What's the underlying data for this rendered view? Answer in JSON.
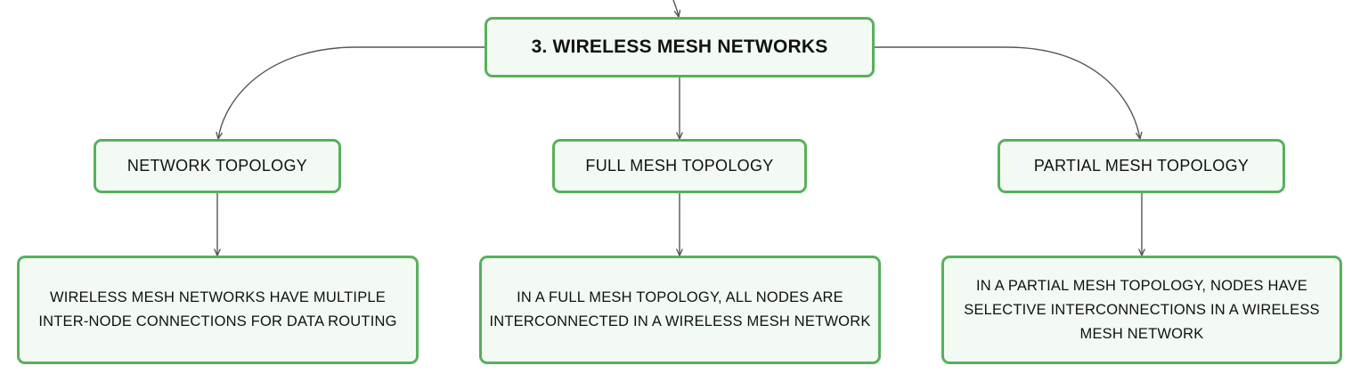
{
  "diagram": {
    "root": {
      "label": "3. WIRELESS MESH NETWORKS"
    },
    "topics": [
      {
        "label": "NETWORK TOPOLOGY",
        "detail": "WIRELESS MESH NETWORKS HAVE MULTIPLE INTER-NODE CONNECTIONS FOR DATA ROUTING"
      },
      {
        "label": "FULL MESH TOPOLOGY",
        "detail": "IN A FULL MESH TOPOLOGY, ALL NODES ARE INTERCONNECTED IN A WIRELESS MESH NETWORK"
      },
      {
        "label": "PARTIAL MESH TOPOLOGY",
        "detail": "IN A PARTIAL MESH TOPOLOGY, NODES HAVE SELECTIVE INTERCONNECTIONS IN A WIRELESS MESH NETWORK"
      }
    ],
    "colors": {
      "node_border": "#58b05c",
      "node_fill": "#f3faf3",
      "connector": "#555555",
      "text": "#111111"
    }
  }
}
